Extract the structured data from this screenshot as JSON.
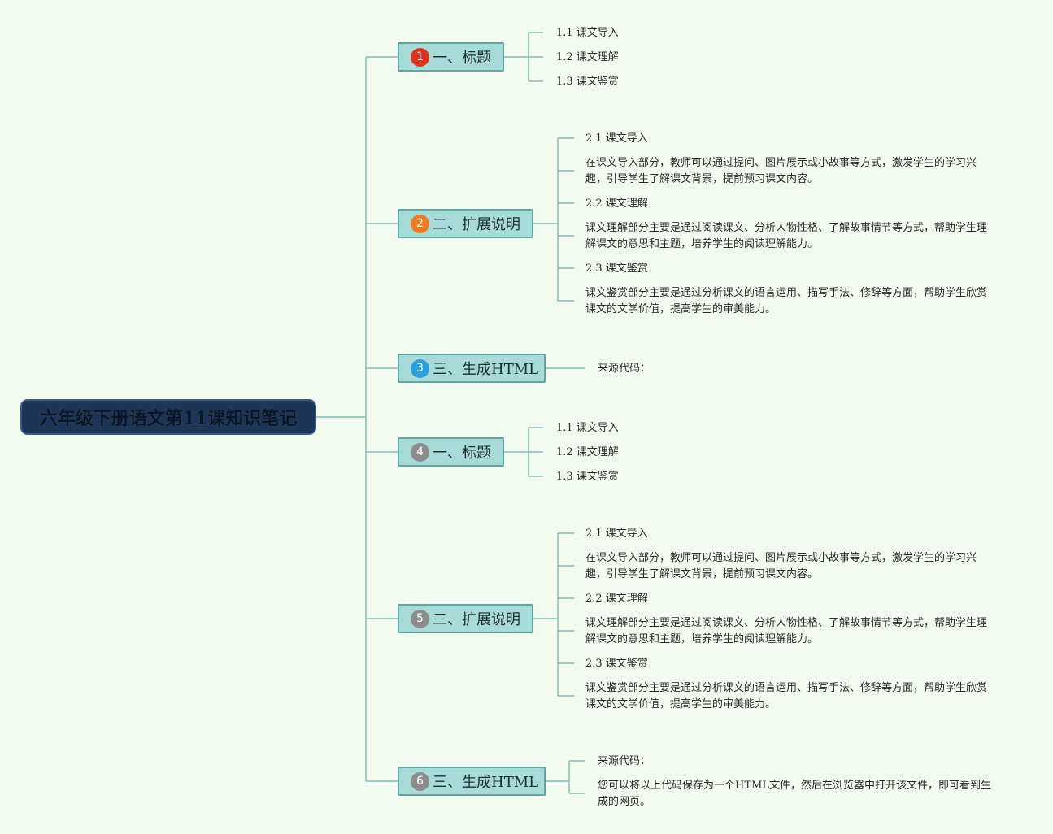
{
  "root": {
    "title": "六年级下册语文第11课知识笔记"
  },
  "colors": {
    "line": "#84bdb4",
    "badge_red": "#e0321e",
    "badge_orange": "#ef7a20",
    "badge_blue": "#2a9fe0",
    "badge_gray": "#8c8c8c"
  },
  "branches": [
    {
      "badge": "1",
      "label": "一、标题",
      "children": [
        "1.1 课文导入",
        "1.2 课文理解",
        "1.3 课文鉴赏"
      ]
    },
    {
      "badge": "2",
      "label": "二、扩展说明",
      "children": [
        "2.1 课文导入",
        "在课文导入部分，教师可以通过提问、图片展示或小故事等方式，激发学生的学习兴趣，引导学生了解课文背景，提前预习课文内容。",
        "2.2 课文理解",
        "课文理解部分主要是通过阅读课文、分析人物性格、了解故事情节等方式，帮助学生理解课文的意思和主题，培养学生的阅读理解能力。",
        "2.3 课文鉴赏",
        "课文鉴赏部分主要是通过分析课文的语言运用、描写手法、修辞等方面，帮助学生欣赏课文的文学价值，提高学生的审美能力。"
      ]
    },
    {
      "badge": "3",
      "label": "三、生成HTML",
      "children": [
        "来源代码："
      ]
    },
    {
      "badge": "4",
      "label": "一、标题",
      "children": [
        "1.1 课文导入",
        "1.2 课文理解",
        "1.3 课文鉴赏"
      ]
    },
    {
      "badge": "5",
      "label": "二、扩展说明",
      "children": [
        "2.1 课文导入",
        "在课文导入部分，教师可以通过提问、图片展示或小故事等方式，激发学生的学习兴趣，引导学生了解课文背景，提前预习课文内容。",
        "2.2 课文理解",
        "课文理解部分主要是通过阅读课文、分析人物性格、了解故事情节等方式，帮助学生理解课文的意思和主题，培养学生的阅读理解能力。",
        "2.3 课文鉴赏",
        "课文鉴赏部分主要是通过分析课文的语言运用、描写手法、修辞等方面，帮助学生欣赏课文的文学价值，提高学生的审美能力。"
      ]
    },
    {
      "badge": "6",
      "label": "三、生成HTML",
      "children": [
        "来源代码：",
        "您可以将以上代码保存为一个HTML文件，然后在浏览器中打开该文件，即可看到生成的网页。"
      ]
    }
  ]
}
